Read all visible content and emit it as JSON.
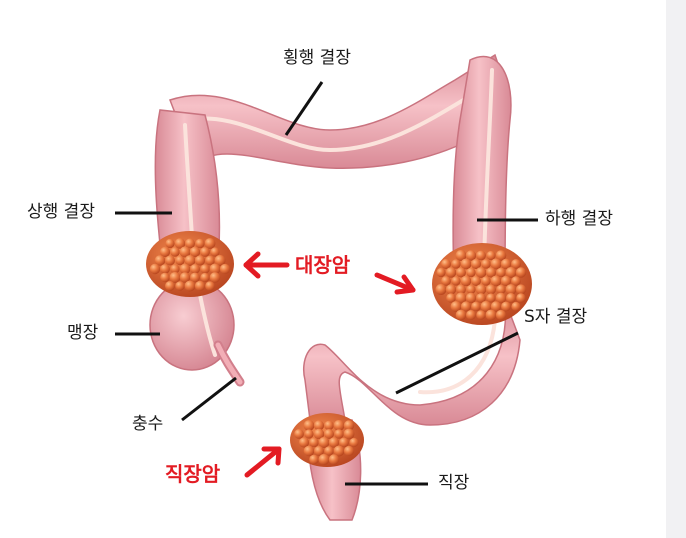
{
  "labels": {
    "transverse": "횡행 결장",
    "ascending": "상행 결장",
    "descending": "하행 결장",
    "cecum": "맹장",
    "sigmoid": "S자 결장",
    "appendix": "충수",
    "rectum": "직장",
    "colon_cancer": "대장암",
    "rectal_cancer": "직장암"
  },
  "colors": {
    "colon": "#f2aeb6",
    "colon_dark": "#d27f8c",
    "band": "#fbe3dc",
    "tumor": "#e06a36",
    "tumor_dark": "#b7441f",
    "tumor_light": "#f79a5d",
    "accent": "#e31b23"
  },
  "icons": [
    "arrow-icon"
  ]
}
